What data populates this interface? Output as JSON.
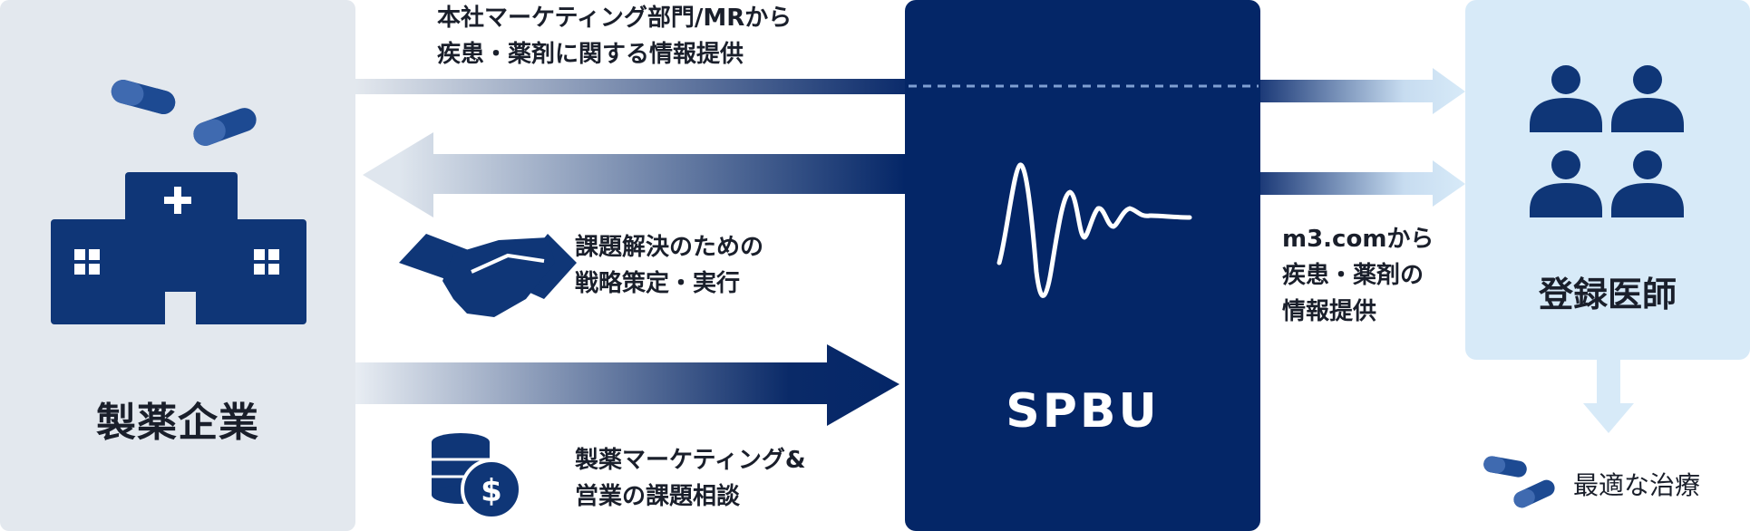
{
  "colors": {
    "navy": "#042667",
    "icon_navy": "#0f3677",
    "left_bg": "#e3e8ee",
    "right_bg": "#d7eaf8",
    "light_arrow": "#dde9f5"
  },
  "company": {
    "label": "製薬企業",
    "icons": [
      "pill-icon",
      "hospital-icon"
    ]
  },
  "center": {
    "label": "SPBU",
    "logo": "waveform-logo"
  },
  "doctors": {
    "label": "登録医師",
    "icon": "doctor-icon"
  },
  "outcome": {
    "label": "最適な治療",
    "icon": "pill-icon"
  },
  "flows": {
    "top": {
      "label": "本社マーケティング部門/MRから\n疾患・薬剤に関する情報提供"
    },
    "strategy": {
      "label": "課題解決のための\n戦略策定・実行",
      "icon": "handshake-icon"
    },
    "consult": {
      "label": "製薬マーケティング&\n営業の課題相談",
      "icon": "coin-stack-icon"
    },
    "m3": {
      "label": "m3.comから\n疾患・薬剤の\n情報提供"
    }
  }
}
